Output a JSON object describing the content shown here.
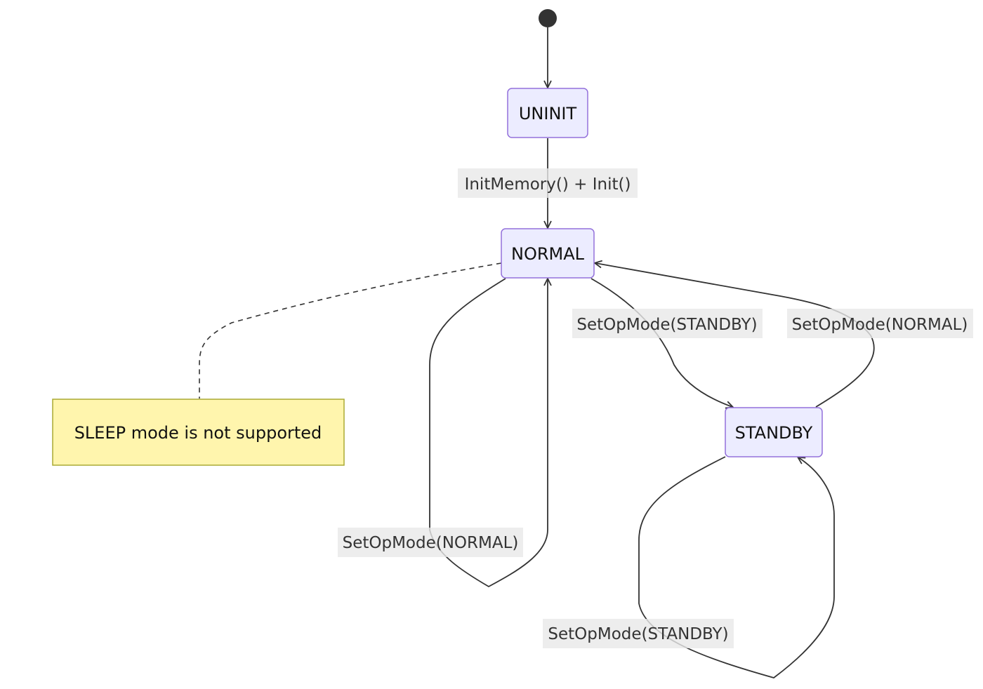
{
  "diagram": {
    "type": "state-diagram",
    "states": {
      "uninit": "UNINIT",
      "normal": "NORMAL",
      "standby": "STANDBY"
    },
    "note": {
      "text": "SLEEP mode is not supported",
      "attached_to": "NORMAL"
    },
    "transitions": [
      {
        "from": "start",
        "to": "UNINIT",
        "label": ""
      },
      {
        "from": "UNINIT",
        "to": "NORMAL",
        "label": "InitMemory() + Init()"
      },
      {
        "from": "NORMAL",
        "to": "NORMAL",
        "label": "SetOpMode(NORMAL)"
      },
      {
        "from": "NORMAL",
        "to": "STANDBY",
        "label": "SetOpMode(STANDBY)"
      },
      {
        "from": "STANDBY",
        "to": "NORMAL",
        "label": "SetOpMode(NORMAL)"
      },
      {
        "from": "STANDBY",
        "to": "STANDBY",
        "label": "SetOpMode(STANDBY)"
      }
    ],
    "colors": {
      "state_fill": "#ececff",
      "state_border": "#9370db",
      "note_fill": "#fff5ad",
      "note_border": "#aaaa33",
      "edge": "#333333",
      "label_background": "#e8e8e8"
    }
  }
}
